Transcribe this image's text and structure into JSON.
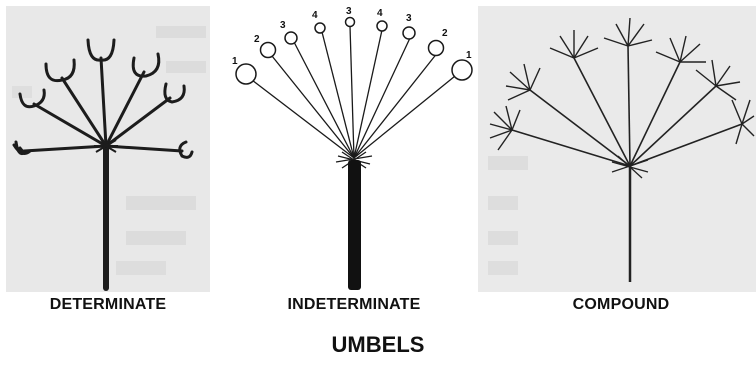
{
  "panels": [
    {
      "caption": "DETERMINATE"
    },
    {
      "caption": "INDETERMINATE",
      "ray_numbers": [
        "1",
        "2",
        "3",
        "4",
        "3",
        "4",
        "3",
        "2",
        "1"
      ]
    },
    {
      "caption": "COMPOUND"
    }
  ],
  "title": "UMBELS",
  "colors": {
    "ink": "#1a1a1a",
    "paper_bg": "#e9e9e9",
    "page_bg": "#ffffff"
  }
}
